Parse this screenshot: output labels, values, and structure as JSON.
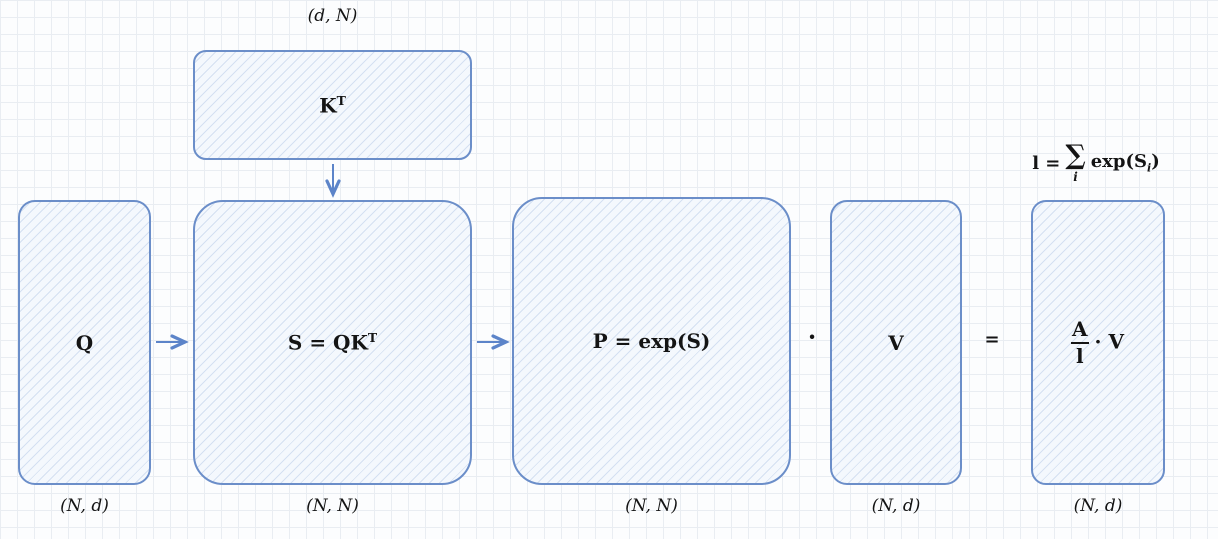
{
  "colors": {
    "stroke": "#6b8ec9",
    "arrow": "#5c84c9",
    "fill": "#f4f8fd",
    "hatch": "#c9d9ef",
    "grid": "#e9edf2",
    "text": "#141414"
  },
  "nodes": {
    "kt": {
      "label_base": "K",
      "label_sup": "T",
      "dim": "(d, N)"
    },
    "q": {
      "label": "Q",
      "dim": "(N, d)"
    },
    "s": {
      "label_base": "S = QK",
      "label_sup": "T",
      "dim": "(N, N)"
    },
    "p": {
      "label": "P = exp(S)",
      "dim": "(N, N)"
    },
    "v": {
      "label": "V",
      "dim": "(N, d)"
    },
    "out": {
      "frac_num": "A",
      "frac_den": "l",
      "suffix": "· V",
      "dim": "(N, d)"
    }
  },
  "operators": {
    "dot": "·",
    "equals": "="
  },
  "l_formula": {
    "lhs": "l =",
    "sigma": "∑",
    "sigma_sub": "i",
    "func_pre": "exp(S",
    "func_sub": "i",
    "func_post": ")"
  }
}
